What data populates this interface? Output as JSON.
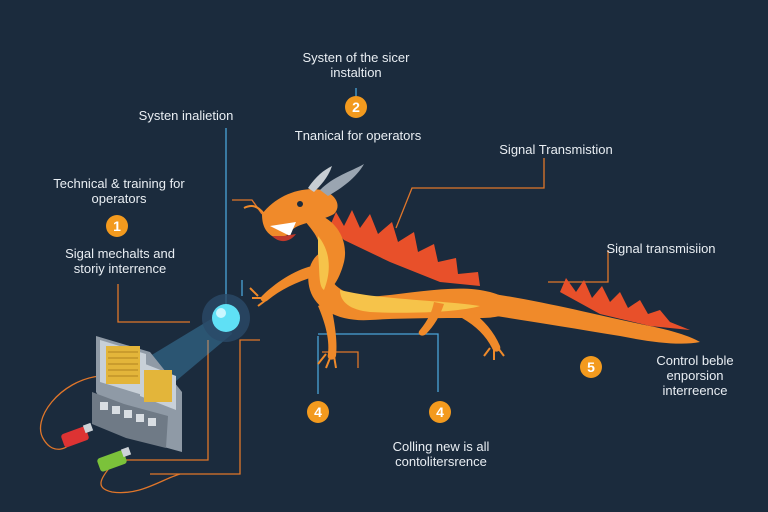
{
  "labels": {
    "top_center": "Systen of the sicer\ninstaltion",
    "top_left": "Systen inalietion",
    "center_mid": "Tnanical for operators",
    "left_training": "Technical & training for\noperators",
    "left_signal": "Sigal mechalts and\nstoriy interrence",
    "right_signal": "Signal Transmistion",
    "right_signal2": "Signal transmisiion",
    "right_control": "Control beble\nenporsion\ninterreence",
    "bottom_center": "Colling new is all\ncontolitersrence"
  },
  "badges": {
    "b1": "1",
    "b2": "2",
    "b4a": "4",
    "b4b": "4",
    "b5": "5"
  },
  "colors": {
    "background": "#1b2b3d",
    "leader_orange": "#e0762a",
    "leader_blue": "#4aa3d8",
    "badge": "#f39a1e",
    "dragon_body": "#f08a2a",
    "dragon_belly": "#f6c34a",
    "dragon_fin": "#e8502a",
    "orb": "#5fe0f5"
  }
}
